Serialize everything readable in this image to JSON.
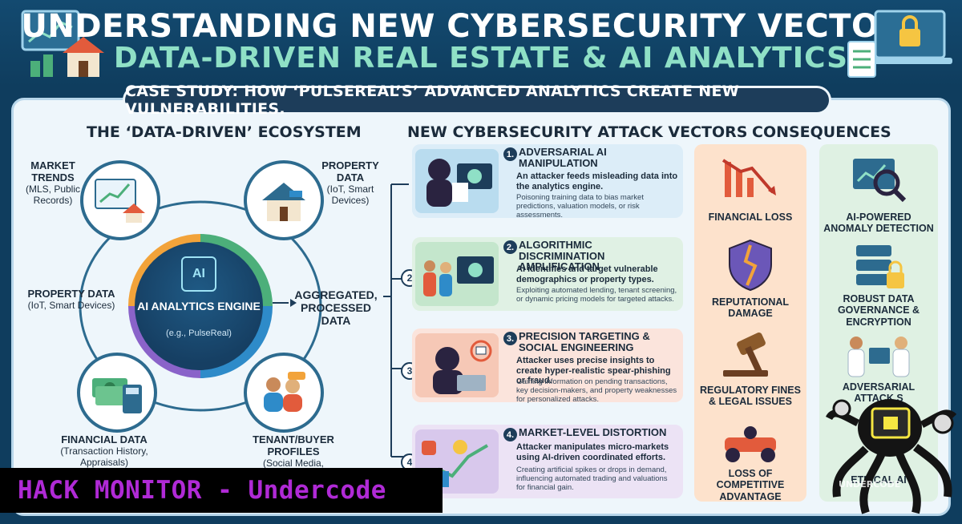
{
  "header": {
    "title_line1": "UNDERSTANDING NEW CYBERSECURITY VECTORS:",
    "title_line2": "DATA-DRIVEN REAL ESTATE & AI ANALYTICS"
  },
  "banner": "CASE STUDY: HOW ‘PULSEREAL’S’ ADVANCED ANALYTICS CREATE NEW VULNERABILITIES.",
  "ecosystem": {
    "title": "THE ‘DATA-DRIVEN’ ECOSYSTEM",
    "nodes": {
      "market": {
        "name": "MARKET TRENDS",
        "sub": "(MLS, Public Records)"
      },
      "property_top": {
        "name": "PROPERTY DATA",
        "sub": "(IoT, Smart Devices)"
      },
      "property_left": {
        "name": "PROPERTY DATA",
        "sub": "(IoT, Smart Devices)"
      },
      "financial": {
        "name": "FINANCIAL DATA",
        "sub": "(Transaction History, Appraisals)"
      },
      "tenant": {
        "name": "TENANT/BUYER PROFILES",
        "sub": "(Social Media, Behavioral Data)"
      }
    },
    "core": {
      "chip": "AI",
      "title": "AI ANALYTICS ENGINE",
      "sub": "(e.g., PulseReal)"
    },
    "output": "AGGREGATED, PROCESSED DATA"
  },
  "vectors": {
    "title": "NEW CYBERSECURITY ATTACK VECTORS",
    "items": [
      {
        "num": "1.",
        "title": "Adversarial AI Manipulation",
        "bold": "An attacker feeds misleading data into the analytics engine.",
        "detail": "Poisoning training data to bias market predictions, valuation models, or risk assessments.",
        "bg": "#dcedf8"
      },
      {
        "num": "2.",
        "title": "Algorithmic Discrimination Amplification",
        "bold": "AI identifies and target vulnerable demographics or property types.",
        "detail": "Exploiting automated lending, tenant screening, or dynamic pricing models for targeted attacks.",
        "bg": "#e0f1e4"
      },
      {
        "num": "3.",
        "title": "Precision Targeting & Social Engineering",
        "bold": "Attacker uses precise insights to create hyper-realistic spear-phishing or fraud.",
        "detail": "Gaining information on pending transactions, key decision-makers, and property weaknesses for personalized attacks.",
        "bg": "#fbe4dc"
      },
      {
        "num": "4.",
        "title": "Market-Level Distortion",
        "bold": "Attacker manipulates micro-markets using AI-driven coordinated efforts.",
        "detail": "Creating artificial spikes or drops in demand, influencing automated trading and valuations for financial gain.",
        "bg": "#ece3f5"
      }
    ],
    "side_numbers": [
      "2",
      "3",
      "4"
    ]
  },
  "consequences": {
    "title": "CONSEQUENCES",
    "left": [
      "FINANCIAL LOSS",
      "REPUTATIONAL DAMAGE",
      "REGULATORY FINES & LEGAL ISSUES",
      "LOSS OF COMPETITIVE ADVANTAGE"
    ],
    "right": [
      "AI-POWERED ANOMALY DETECTION",
      "ROBUST DATA GOVERNANCE & ENCRYPTION",
      "ADVERSARIAL ATTACK S",
      "ETHICAL AI"
    ]
  },
  "overlay": {
    "hack_monitor": "HACK MONITOR - Undercode",
    "watermark": "UNDERCODE"
  },
  "colors": {
    "navy": "#0f3d5e",
    "mint": "#8fe0c6",
    "orange_col": "#fde2cc",
    "green_col": "#dff1e3",
    "hack_text": "#b02ad6"
  }
}
